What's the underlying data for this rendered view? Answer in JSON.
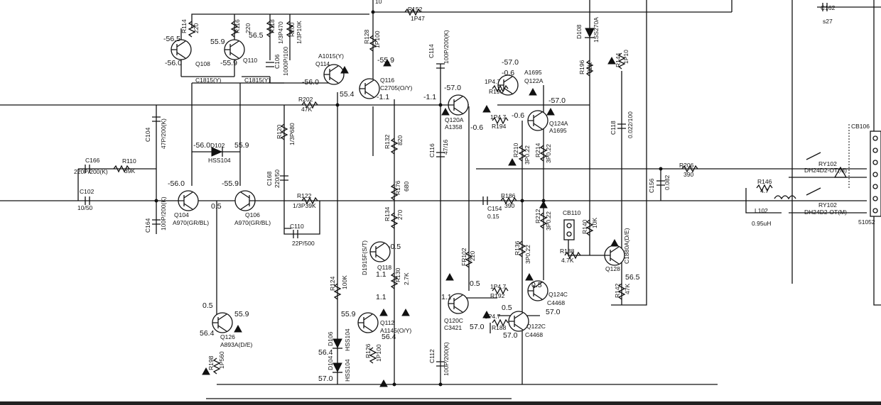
{
  "image": {
    "background": "#ffffff",
    "ink": "#111111"
  },
  "schematic": {
    "components": [
      {
        "ref": "R114",
        "value": "220"
      },
      {
        "ref": "R116",
        "value": "220"
      },
      {
        "ref": "R118",
        "value": "1/3P470"
      },
      {
        "ref": "R200",
        "value": "1/3P10K"
      },
      {
        "ref": "R128",
        "value": "1P100"
      },
      {
        "ref": "R152",
        "value": "1P47"
      },
      {
        "ref": "C106",
        "value": "1000P/100"
      },
      {
        "ref": "C114",
        "value": "100P/200(K)"
      },
      {
        "ref": "R202",
        "value": "47K"
      },
      {
        "ref": "C104",
        "value": "47P/200(K)"
      },
      {
        "ref": "C166",
        "value": "220P/200(K)"
      },
      {
        "ref": "R110",
        "value": "39K"
      },
      {
        "ref": "C102",
        "value": "10/50"
      },
      {
        "ref": "C164",
        "value": "100P/200(K)"
      },
      {
        "ref": "R120",
        "value": "1/3P680"
      },
      {
        "ref": "C168",
        "value": "220/50"
      },
      {
        "ref": "R122",
        "value": "1/3P39K"
      },
      {
        "ref": "C110",
        "value": "22P/500"
      },
      {
        "ref": "R132",
        "value": "820"
      },
      {
        "ref": "R176",
        "value": "680"
      },
      {
        "ref": "R134",
        "value": "270"
      },
      {
        "ref": "R130",
        "value": "2.7K"
      },
      {
        "ref": "R124",
        "value": "100K"
      },
      {
        "ref": "R126",
        "value": "1P100"
      },
      {
        "ref": "R198",
        "value": "1P560"
      },
      {
        "ref": "C116",
        "value": "47/16"
      },
      {
        "ref": "C112",
        "value": "100P/200(K)"
      },
      {
        "ref": "FR102",
        "value": "220"
      },
      {
        "ref": "R190",
        "value": "1P4.7"
      },
      {
        "ref": "R194",
        "value": "1P4.7"
      },
      {
        "ref": "R192",
        "value": "1P4.7"
      },
      {
        "ref": "R188",
        "value": "1P4.7"
      },
      {
        "ref": "R210",
        "value": "3P0.22"
      },
      {
        "ref": "R214",
        "value": "3P0.22"
      },
      {
        "ref": "R212",
        "value": "3P0.22"
      },
      {
        "ref": "R136",
        "value": "3P0.22"
      },
      {
        "ref": "R186",
        "value": "390"
      },
      {
        "ref": "C154",
        "value": "0.15"
      },
      {
        "ref": "R138",
        "value": "4.7K"
      },
      {
        "ref": "R140",
        "value": "10K"
      },
      {
        "ref": "R142",
        "value": "47K"
      },
      {
        "ref": "R196",
        "value": "82K"
      },
      {
        "ref": "R144",
        "value": "1P10"
      },
      {
        "ref": "C118",
        "value": "0.022/100"
      },
      {
        "ref": "C156",
        "value": "0.082"
      },
      {
        "ref": "R206",
        "value": "390"
      },
      {
        "ref": "R146",
        "value": "4.7"
      },
      {
        "ref": "L102",
        "value": "0.95uH"
      },
      {
        "ref": "C162",
        "value": "s27"
      }
    ],
    "labels": {
      "q108": "Q108",
      "q110": "Q110",
      "c1815_l": "C1815(Y)",
      "c1815_r": "C1815(Y)",
      "q114": "Q114",
      "a1015": "A1015(Y)",
      "q116": "Q116",
      "c2705": "C2705(O/Y)",
      "q104": "Q104",
      "a970_l": "A970(GR/BL)",
      "q106": "Q106",
      "a970_r": "A970(GR/BL)",
      "d102": "D102",
      "hss104_d102": "HSS104",
      "q118": "Q118",
      "d1915": "D1915F(S/T)",
      "q112": "Q112",
      "a1145": "A1145(O/Y)",
      "q126": "Q126",
      "a893": "A893A(D/E)",
      "d106": "D106",
      "hss_d106": "HSS104",
      "d104": "D104",
      "hss_d104": "HSS104",
      "q120a": "Q120A",
      "a1358": "A1358",
      "q122a": "Q122A",
      "a1695_a": "A1695",
      "q124a": "Q124A",
      "a1695_b": "A1695",
      "q120c": "Q120C",
      "c3421": "C3421",
      "q124c": "Q124C",
      "c4468_a": "C4468",
      "q122c": "Q122C",
      "c4468_b": "C4468",
      "q128": "Q128",
      "c1880": "C1880A(D/E)",
      "cb110": "CB110",
      "d108": "D108",
      "d108_type": "1SS270A",
      "ry102_a": "RY102",
      "ry102_b": "RY102",
      "dh24_a": "DH24D2-OT(M)",
      "dh24_b": "DH24D2-OT(M)",
      "cb106": "CB106",
      "c51052": "51052",
      "top_cut": "10"
    },
    "voltages": [
      "-56.5",
      "55.9",
      "56.5",
      "-55.9",
      "-56.0",
      "-56.0",
      "-55.9",
      "55.4",
      "-1.1",
      "-56.0",
      "-55.9",
      "-56.0",
      "55.9",
      "0.5",
      "-57.0",
      "-0.6",
      "-57.0",
      "-0.6",
      "-57.0",
      "-0.6",
      "-1.1",
      "-0.5",
      "1.1",
      "0.5",
      "55.9",
      "56.4",
      "1.1",
      "55.9",
      "56.4",
      "56.4",
      "57.0",
      "1.1",
      "0.5",
      "0.5",
      "57.0",
      "0.5",
      "57.0",
      "57.0",
      "56.5"
    ]
  }
}
